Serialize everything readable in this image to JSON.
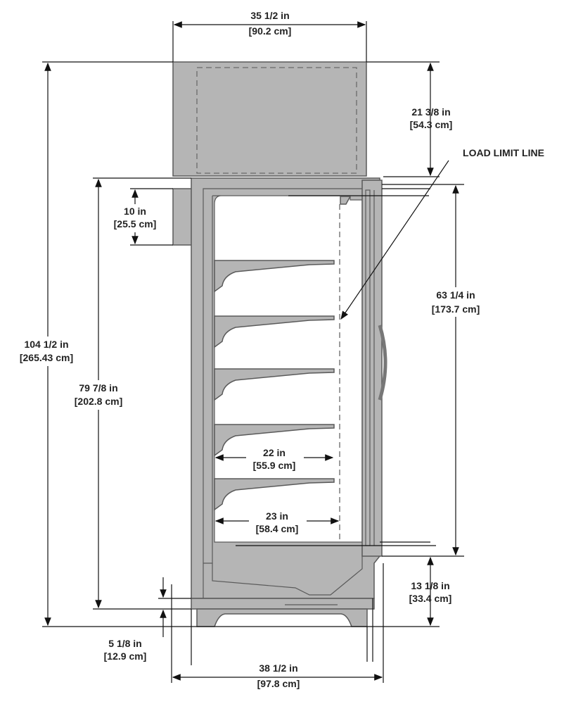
{
  "title": "Display case side elevation dimensions",
  "colors": {
    "body": "#b5b5b5",
    "outline": "#5a5a5a",
    "dimension": "#111111"
  },
  "dimensions": {
    "top_width": {
      "imperial": "35 1/2 in",
      "metric": "[90.2 cm]"
    },
    "top_unit_height": {
      "imperial": "21 3/8 in",
      "metric": "[54.3 cm]"
    },
    "load_limit": "LOAD LIMIT LINE",
    "opening_height": {
      "imperial": "63 1/4 in",
      "metric": "[173.7 cm]"
    },
    "overall_height": {
      "imperial": "104 1/2 in",
      "metric": "[265.43 cm]"
    },
    "cabinet_height": {
      "imperial": "79 7/8 in",
      "metric": "[202.8 cm]"
    },
    "side_box": {
      "imperial": "10 in",
      "metric": "[25.5 cm]"
    },
    "shelf_depth": {
      "imperial": "22 in",
      "metric": "[55.9 cm]"
    },
    "deck_depth": {
      "imperial": "23 in",
      "metric": "[58.4 cm]"
    },
    "base_height": {
      "imperial": "13 1/8 in",
      "metric": "[33.4 cm]"
    },
    "foot_height": {
      "imperial": "5 1/8 in",
      "metric": "[12.9 cm]"
    },
    "overall_depth": {
      "imperial": "38 1/2 in",
      "metric": "[97.8 cm]"
    }
  }
}
